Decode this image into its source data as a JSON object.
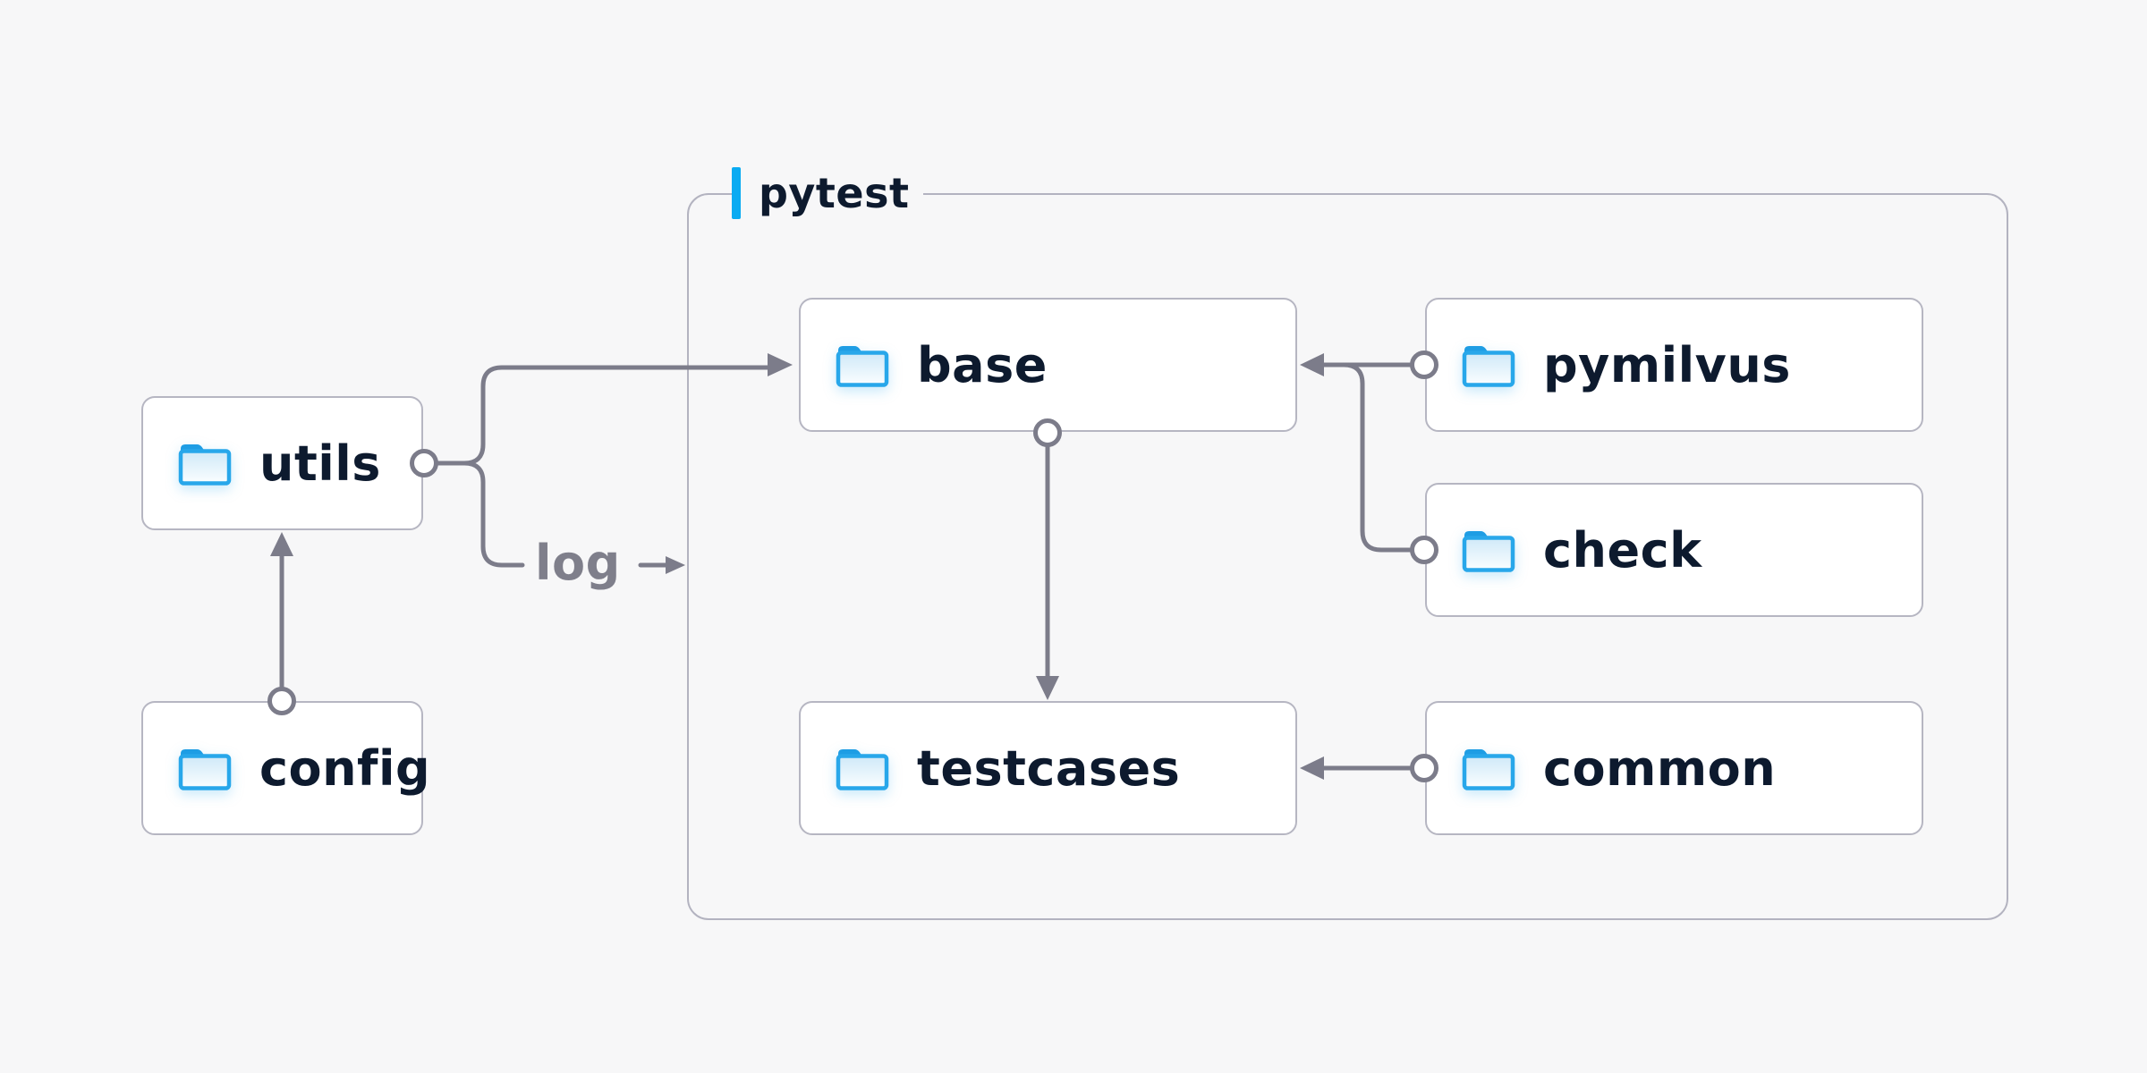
{
  "group": {
    "label": "pytest"
  },
  "nodes": [
    {
      "id": "utils",
      "label": "utils",
      "icon": "folder-icon"
    },
    {
      "id": "config",
      "label": "config",
      "icon": "folder-icon"
    },
    {
      "id": "base",
      "label": "base",
      "icon": "folder-icon"
    },
    {
      "id": "pymilvus",
      "label": "pymilvus",
      "icon": "folder-icon"
    },
    {
      "id": "check",
      "label": "check",
      "icon": "folder-icon"
    },
    {
      "id": "testcases",
      "label": "testcases",
      "icon": "folder-icon"
    },
    {
      "id": "common",
      "label": "common",
      "icon": "folder-icon"
    }
  ],
  "edge_label": {
    "text": "log"
  },
  "edges": [
    {
      "from": "config",
      "to": "utils"
    },
    {
      "from": "utils",
      "to": "base"
    },
    {
      "from": "utils",
      "to": "log",
      "label": "log"
    },
    {
      "from": "pymilvus",
      "to": "base"
    },
    {
      "from": "check",
      "to": "base"
    },
    {
      "from": "base",
      "to": "testcases"
    },
    {
      "from": "common",
      "to": "testcases"
    }
  ],
  "colors": {
    "background": "#f7f7f8",
    "node_background": "#ffffff",
    "node_border": "#b6b6c2",
    "group_border": "#b3b3c0",
    "text_dark": "#0d1a2e",
    "line_gray": "#7c7c8a",
    "edge_label_gray": "#7f7f8b",
    "accent_blue": "#0aabf2",
    "folder_blue": "#28a7ea",
    "folder_tab_blue": "#1e9de4",
    "folder_face_light": "#cfe9f8"
  }
}
